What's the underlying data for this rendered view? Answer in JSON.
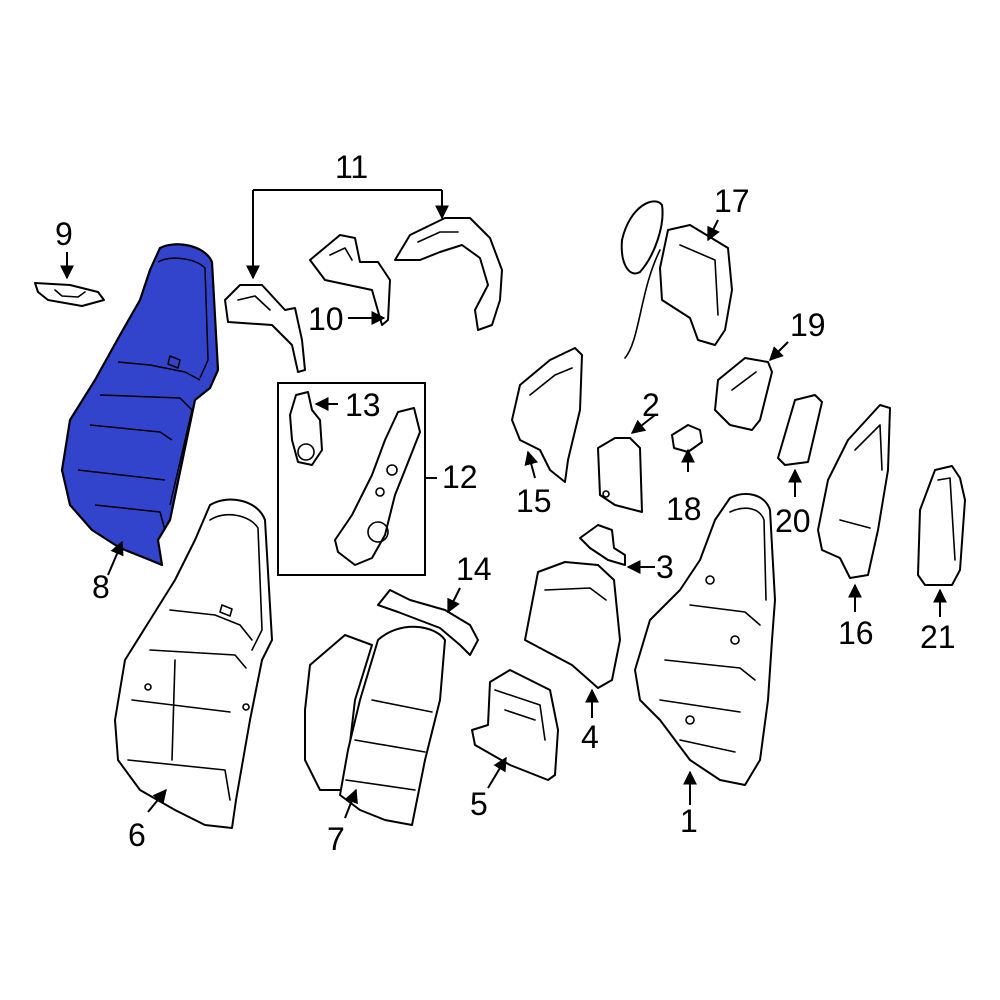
{
  "colors": {
    "highlight": "#3344cc",
    "line": "#000000",
    "background": "#ffffff"
  },
  "highlighted_part": "8",
  "callouts": {
    "c1": "1",
    "c2": "2",
    "c3": "3",
    "c4": "4",
    "c5": "5",
    "c6": "6",
    "c7": "7",
    "c8": "8",
    "c9": "9",
    "c10": "10",
    "c11": "11",
    "c12": "12",
    "c13": "13",
    "c14": "14",
    "c15": "15",
    "c16": "16",
    "c17": "17",
    "c18": "18",
    "c19": "19",
    "c20": "20",
    "c21": "21"
  }
}
